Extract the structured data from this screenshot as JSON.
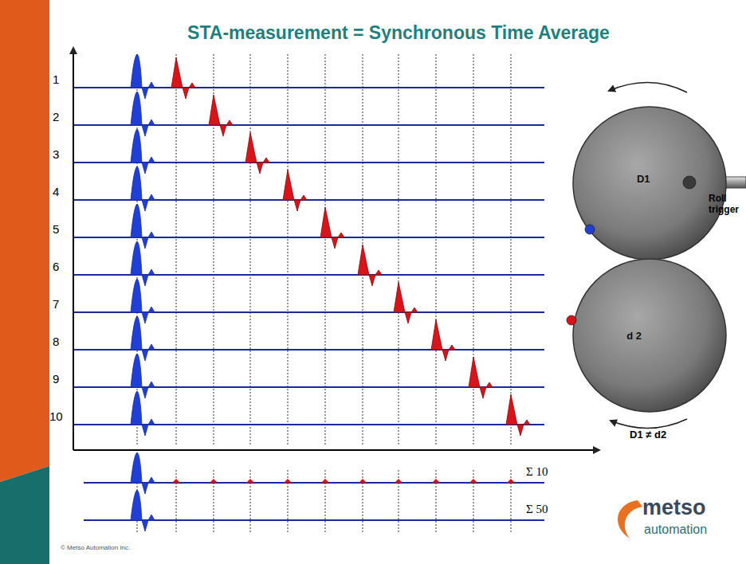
{
  "diagram": {
    "title": "STA-measurement = Synchronous Time Average",
    "nodes": [
      {
        "text": [
          "D1"
        ]
      },
      {
        "text": [
          "d 2"
        ]
      }
    ],
    "labels": [
      "1",
      "2",
      "3",
      "4",
      "5",
      "6",
      "7",
      "8",
      "9",
      "10",
      "Σ 10",
      "Σ 50",
      "Roll trigger",
      "D1 ≠ d2",
      "metso",
      "automation",
      "© Metso Automation Inc."
    ]
  }
}
